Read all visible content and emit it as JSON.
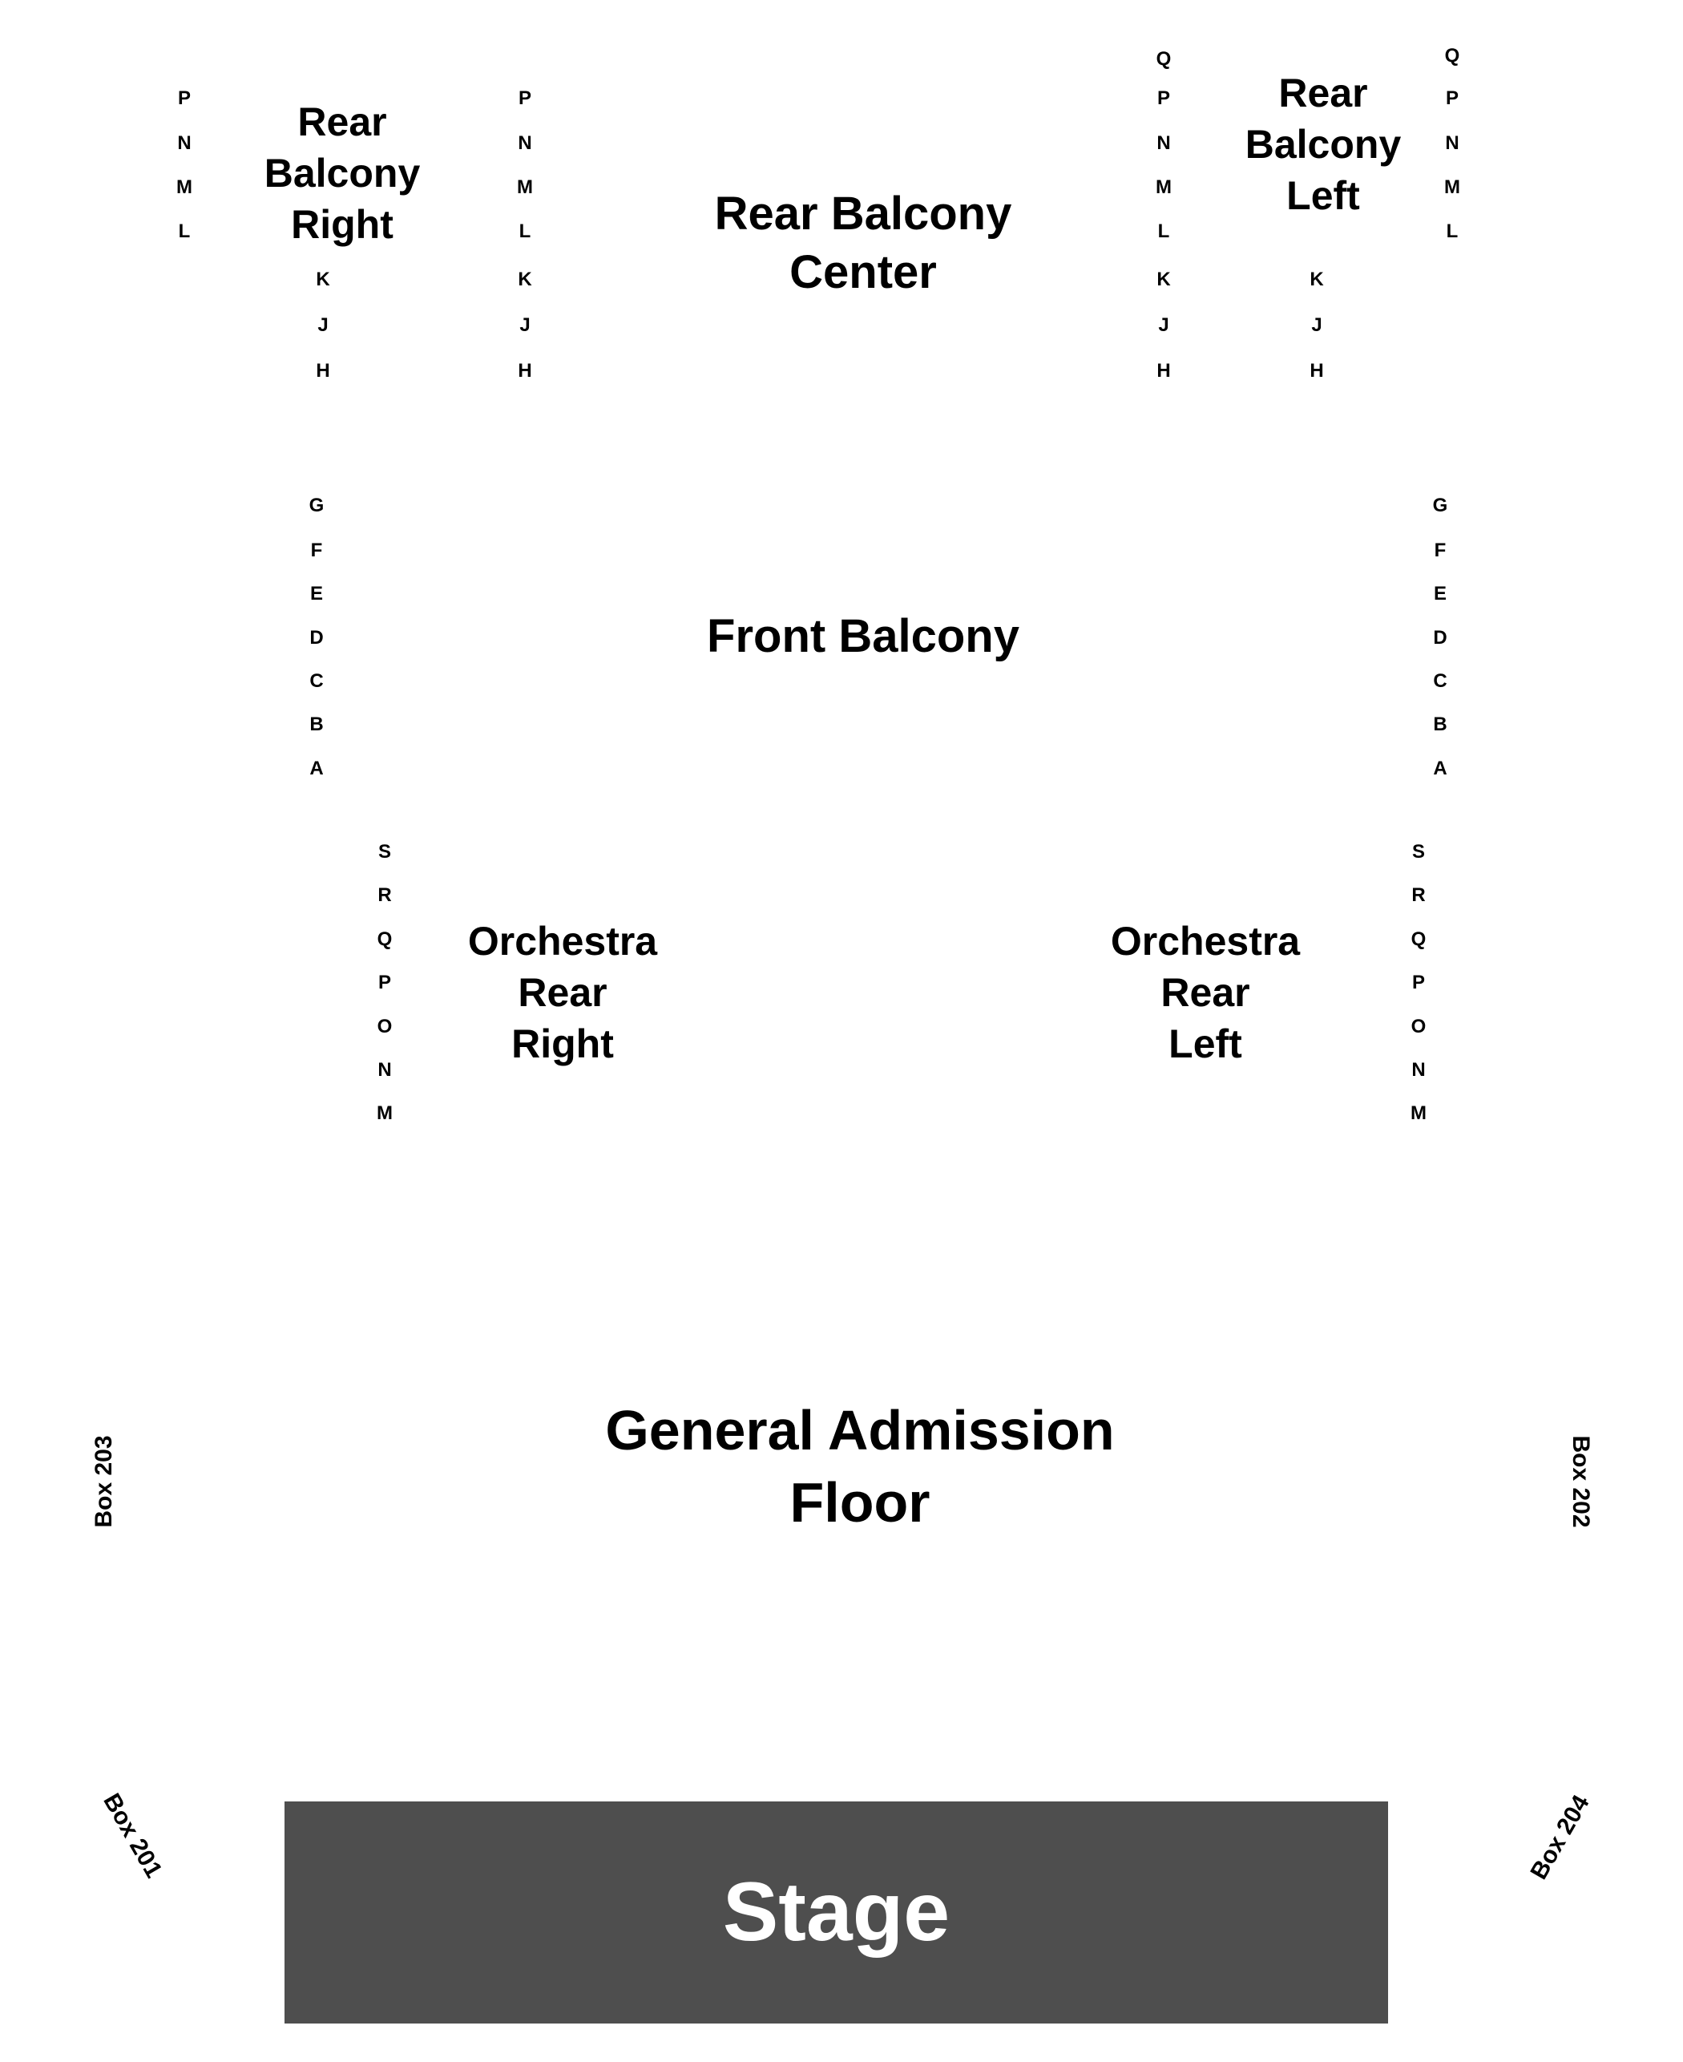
{
  "sections": {
    "rear_balcony_right": [
      "Rear",
      "Balcony",
      "Right"
    ],
    "rear_balcony_center": [
      "Rear Balcony",
      "Center"
    ],
    "rear_balcony_left": [
      "Rear",
      "Balcony",
      "Left"
    ],
    "front_balcony": [
      "Front Balcony"
    ],
    "orchestra_rear_right": [
      "Orchestra",
      "Rear",
      "Right"
    ],
    "orchestra_rear_left": [
      "Orchestra",
      "Rear",
      "Left"
    ],
    "general_admission": [
      "General Admission",
      "Floor"
    ],
    "stage": "Stage"
  },
  "boxes": {
    "box_201": "Box 201",
    "box_202": "Box 202",
    "box_203": "Box 203",
    "box_204": "Box 204"
  },
  "rows": {
    "rbr_outer": [
      "P",
      "N",
      "M",
      "L"
    ],
    "rbr_lower": [
      "K",
      "J",
      "H"
    ],
    "rbr_inner": [
      "P",
      "N",
      "M",
      "L",
      "K",
      "J",
      "H"
    ],
    "rbl_inner": [
      "Q",
      "P",
      "N",
      "M",
      "L",
      "K",
      "J",
      "H"
    ],
    "rbl_lower": [
      "K",
      "J",
      "H"
    ],
    "rbl_outer": [
      "Q",
      "P",
      "N",
      "M",
      "L"
    ],
    "front_left": [
      "G",
      "F",
      "E",
      "D",
      "C",
      "B",
      "A"
    ],
    "front_right": [
      "G",
      "F",
      "E",
      "D",
      "C",
      "B",
      "A"
    ],
    "orch_right": [
      "S",
      "R",
      "Q",
      "P",
      "O",
      "N",
      "M"
    ],
    "orch_left": [
      "S",
      "R",
      "Q",
      "P",
      "O",
      "N",
      "M"
    ]
  }
}
